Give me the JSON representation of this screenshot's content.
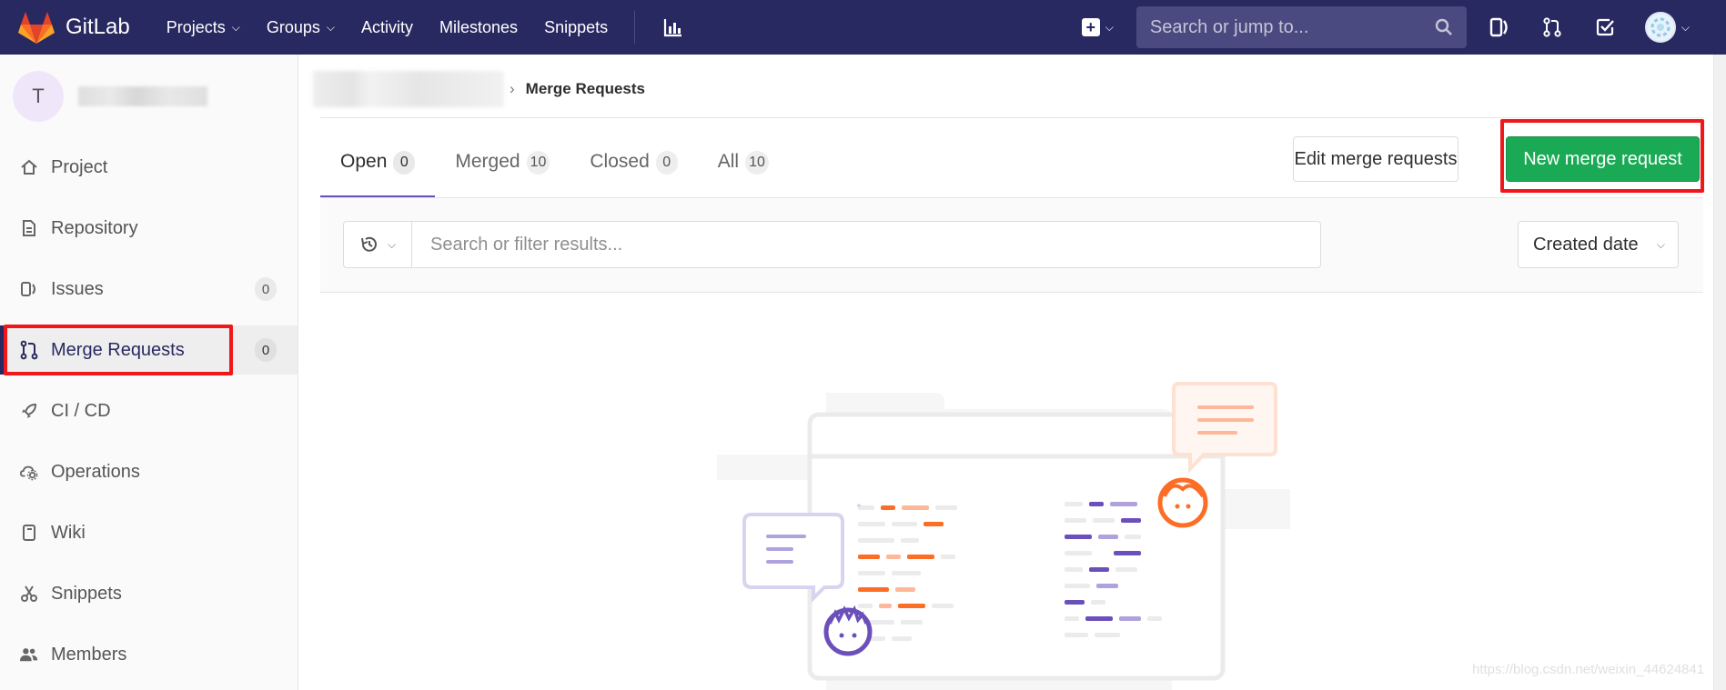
{
  "navbar": {
    "brand": "GitLab",
    "links": [
      {
        "label": "Projects",
        "dropdown": true
      },
      {
        "label": "Groups",
        "dropdown": true
      },
      {
        "label": "Activity",
        "dropdown": false
      },
      {
        "label": "Milestones",
        "dropdown": false
      },
      {
        "label": "Snippets",
        "dropdown": false
      }
    ],
    "search_placeholder": "Search or jump to...",
    "bg_color": "#292961"
  },
  "sidebar": {
    "project_initial": "T",
    "items": [
      {
        "label": "Project",
        "icon": "home-icon",
        "count": null
      },
      {
        "label": "Repository",
        "icon": "doc-icon",
        "count": null
      },
      {
        "label": "Issues",
        "icon": "issues-icon",
        "count": "0"
      },
      {
        "label": "Merge Requests",
        "icon": "merge-request-icon",
        "count": "0",
        "active": true
      },
      {
        "label": "CI / CD",
        "icon": "rocket-icon",
        "count": null
      },
      {
        "label": "Operations",
        "icon": "cloud-gear-icon",
        "count": null
      },
      {
        "label": "Wiki",
        "icon": "book-icon",
        "count": null
      },
      {
        "label": "Snippets",
        "icon": "scissors-icon",
        "count": null
      },
      {
        "label": "Members",
        "icon": "users-icon",
        "count": null
      }
    ]
  },
  "breadcrumb": {
    "partial": "›",
    "current": "Merge Requests"
  },
  "tabs": [
    {
      "label": "Open",
      "count": "0",
      "active": true
    },
    {
      "label": "Merged",
      "count": "10"
    },
    {
      "label": "Closed",
      "count": "0"
    },
    {
      "label": "All",
      "count": "10"
    }
  ],
  "actions": {
    "edit": "Edit merge requests",
    "new": "New merge request",
    "new_color": "#1aaa55"
  },
  "filter": {
    "placeholder": "Search or filter results...",
    "sort": "Created date"
  },
  "watermark": "https://blog.csdn.net/weixin_44624841"
}
